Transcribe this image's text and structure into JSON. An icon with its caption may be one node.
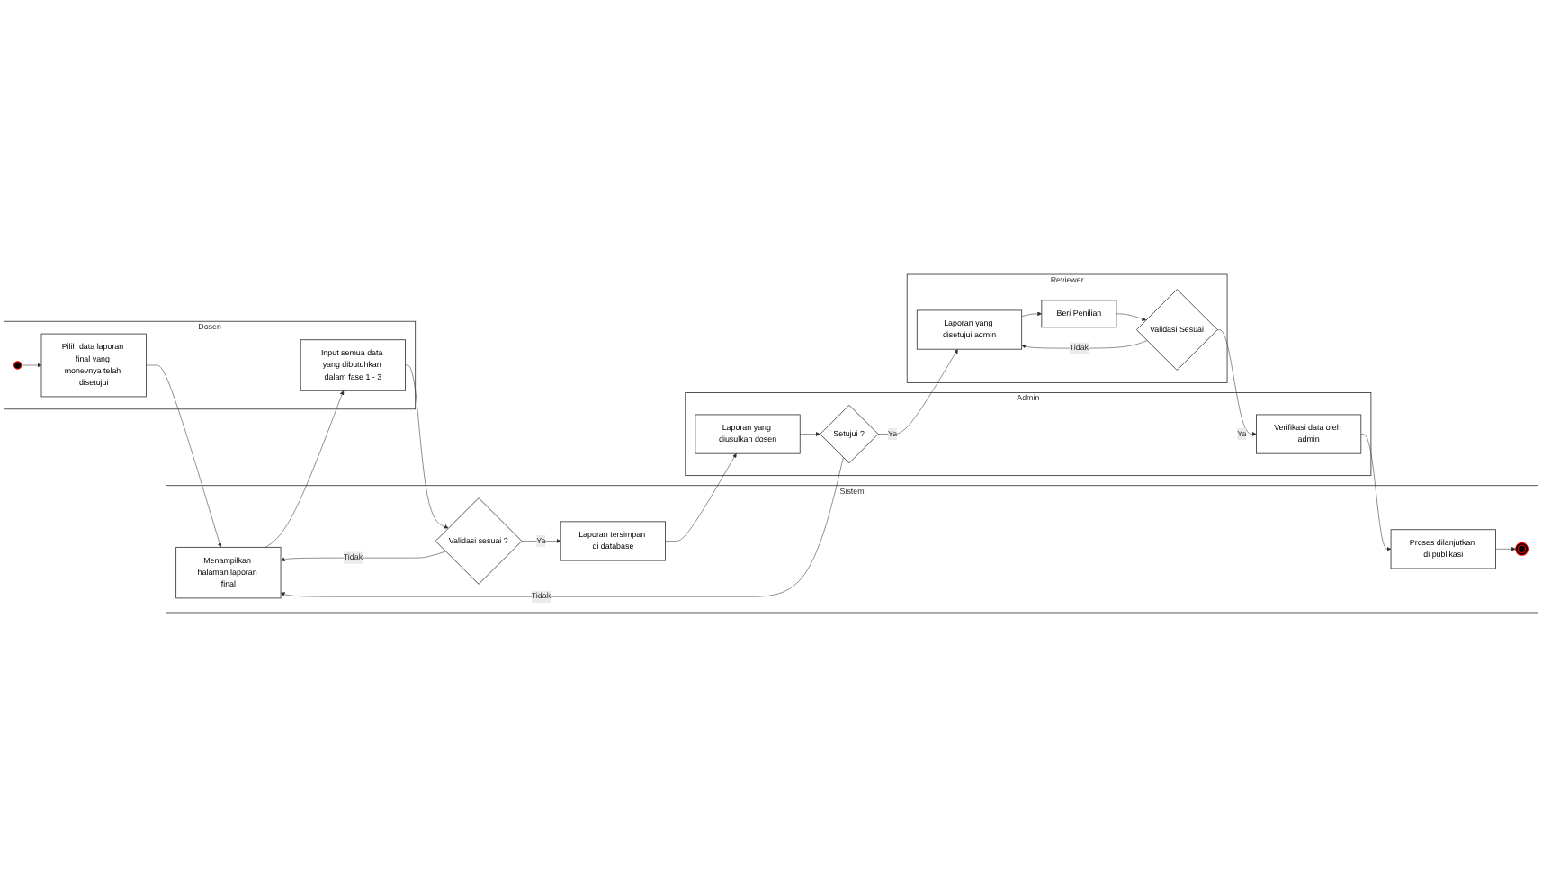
{
  "diagram": {
    "nodes": [
      {
        "text": [
          "Dosen"
        ]
      },
      {
        "text": [],
        "shape": "circle",
        "in": 0
      },
      {
        "text": [
          "Pilih data laporan final yang monevnya telah disetujui"
        ],
        "in": 0
      },
      {
        "text": [
          "Input semua data yang dibutuhkan dalam fase 1 - 3"
        ],
        "in": 0
      },
      {
        "text": [
          "Sistem"
        ]
      },
      {
        "text": [
          "Menampilkan halaman laporan final"
        ],
        "in": 4
      },
      {
        "text": [
          "Validasi sesuai ?"
        ],
        "in": 4
      },
      {
        "text": [
          "Laporan tersimpan di database"
        ],
        "in": 4
      },
      {
        "text": [
          "Proses dilanjutkan di publikasi"
        ],
        "in": 4
      },
      {
        "text": [],
        "shape": "circle",
        "in": 4
      },
      {
        "text": [
          "Admin"
        ]
      },
      {
        "text": [
          "Laporan yang diusulkan dosen"
        ],
        "in": 10
      },
      {
        "text": [
          "Setujui ?"
        ],
        "in": 10
      },
      {
        "text": [
          "Verifikasi data oleh admin"
        ],
        "in": 10
      },
      {
        "text": [
          "Reviewer"
        ]
      },
      {
        "text": [
          "Laporan yang disetujui admin"
        ],
        "in": 14
      },
      {
        "text": [
          "Beri Penilian"
        ],
        "in": 14
      },
      {
        "text": [
          "Validasi Sesuai"
        ],
        "in": 14
      }
    ],
    "edges": [
      {
        "from": 1,
        "to": 2,
        "arrow": "to"
      },
      {
        "from": 2,
        "to": 5,
        "arrow": "to"
      },
      {
        "from": 5,
        "to": 3,
        "arrow": "to"
      },
      {
        "from": 3,
        "to": 6,
        "arrow": "to"
      },
      {
        "from": 6,
        "to": 5,
        "arrow": "to",
        "label": "Tidak"
      },
      {
        "from": 6,
        "to": 7,
        "arrow": "to",
        "label": "Ya"
      },
      {
        "from": 7,
        "to": 11,
        "arrow": "to"
      },
      {
        "from": 11,
        "to": 12,
        "arrow": "to"
      },
      {
        "from": 12,
        "to": 5,
        "arrow": "to",
        "label": "Tidak"
      },
      {
        "from": 12,
        "to": 15,
        "arrow": "to",
        "label": "Ya"
      },
      {
        "from": 15,
        "to": 16,
        "arrow": "to"
      },
      {
        "from": 16,
        "to": 17,
        "arrow": "to"
      },
      {
        "from": 17,
        "to": 15,
        "arrow": "to",
        "label": "Tidak"
      },
      {
        "from": 17,
        "to": 13,
        "arrow": "to",
        "label": "Ya"
      },
      {
        "from": 13,
        "to": 8,
        "arrow": "to"
      },
      {
        "from": 8,
        "to": 9,
        "arrow": "to"
      }
    ]
  }
}
